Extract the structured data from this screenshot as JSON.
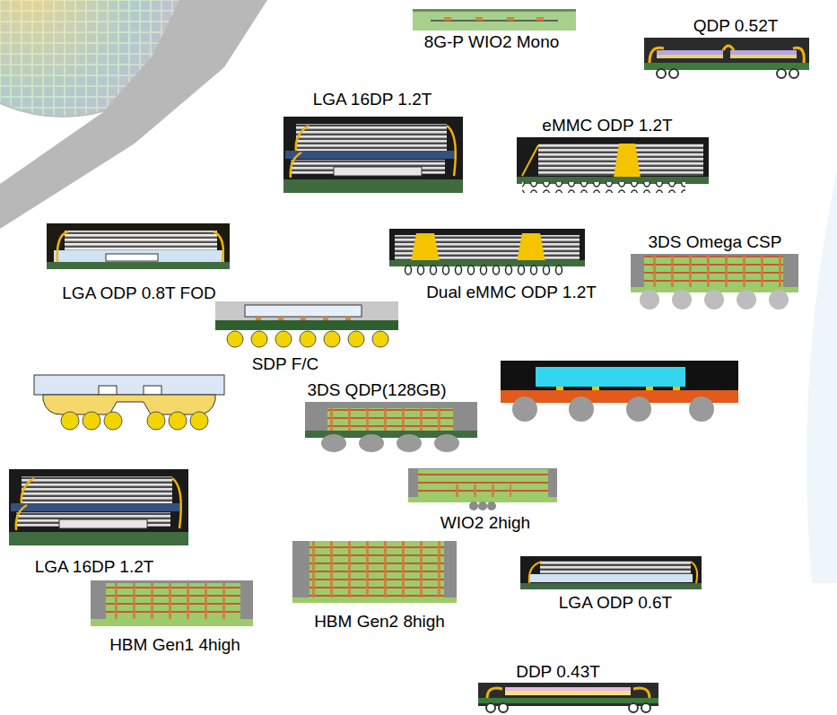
{
  "diagram": {
    "labels": [
      "8G-P WIO2 Mono",
      "QDP 0.52T",
      "LGA 16DP 1.2T",
      "eMMC ODP 1.2T",
      "3DS Omega CSP",
      "LGA ODP 0.8T FOD",
      "Dual eMMC ODP 1.2T",
      "SDP F/C",
      "3DS QDP(128GB)",
      "WIO2 2high",
      "LGA 16DP 1.2T",
      "LGA ODP 0.6T",
      "HBM Gen1 4high",
      "HBM Gen2 8high",
      "DDP 0.43T"
    ]
  }
}
